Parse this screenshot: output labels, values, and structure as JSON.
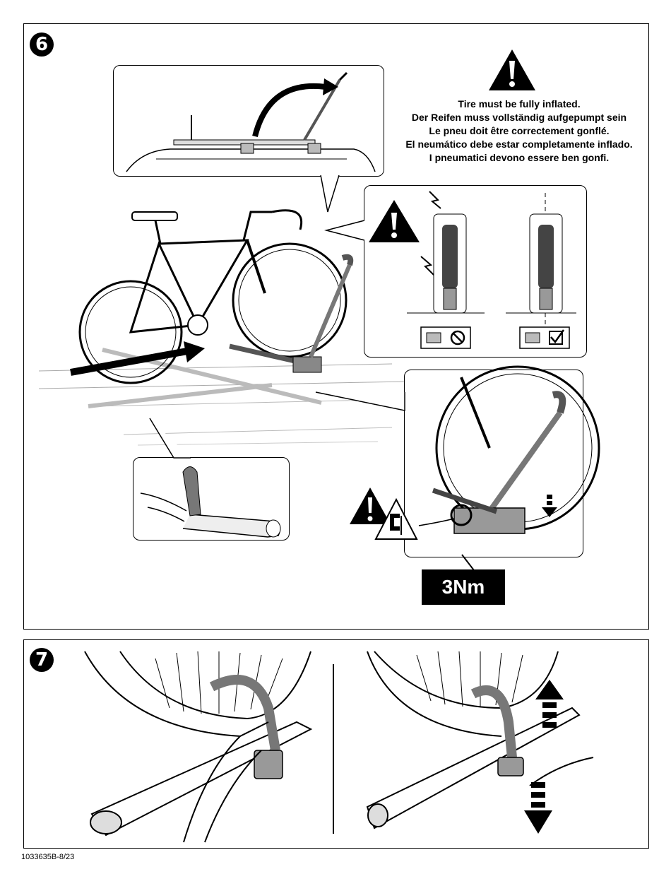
{
  "step6": {
    "number": "6",
    "warning_lines": [
      "Tire must be fully inflated.",
      "Der Reifen muss vollständig aufgepumpt sein",
      "Le pneu doit être correctement gonflé.",
      "El neumático debe estar completamente inflado.",
      "I pneumatici devono essere ben gonfi."
    ],
    "torque_label": "3Nm"
  },
  "step7": {
    "number": "7"
  },
  "footer": {
    "doc_code": "1033635B-8/23"
  },
  "icons": [
    "warning-triangle-icon",
    "no-icon",
    "check-icon",
    "torque-clamp-icon",
    "arrow-down-icon",
    "arrow-up-down-icon"
  ]
}
